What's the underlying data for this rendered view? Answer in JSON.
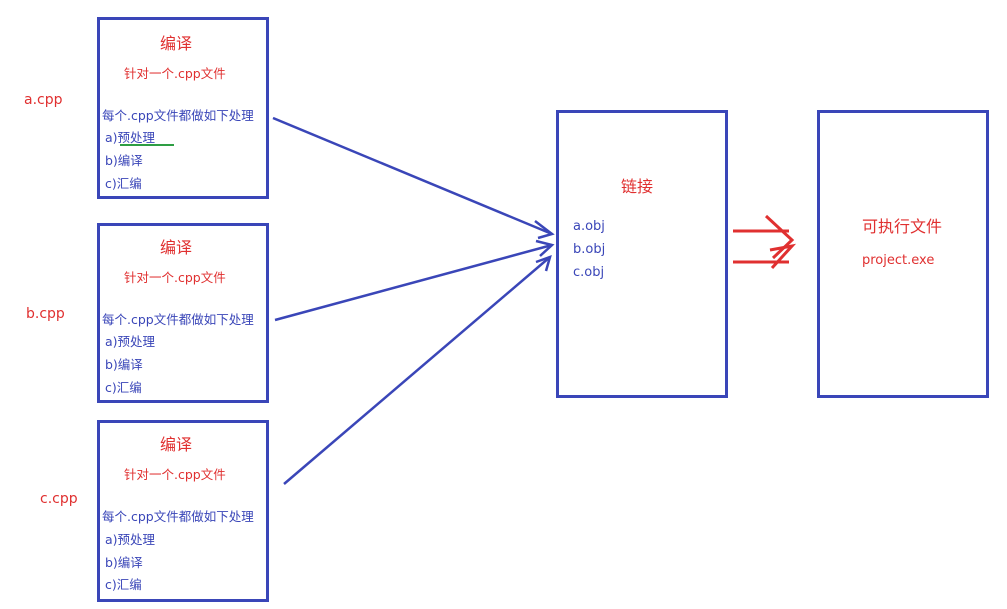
{
  "sources": [
    {
      "label": "a.cpp"
    },
    {
      "label": "b.cpp"
    },
    {
      "label": "c.cpp"
    }
  ],
  "compile_boxes": [
    {
      "title": "编译",
      "subtitle": "针对一个.cpp文件",
      "description": "每个.cpp文件都做如下处理",
      "steps": [
        "a)预处理",
        "b)编译",
        "c)汇编"
      ]
    },
    {
      "title": "编译",
      "subtitle": "针对一个.cpp文件",
      "description": "每个.cpp文件都做如下处理",
      "steps": [
        "a)预处理",
        "b)编译",
        "c)汇编"
      ]
    },
    {
      "title": "编译",
      "subtitle": "针对一个.cpp文件",
      "description": "每个.cpp文件都做如下处理",
      "steps": [
        "a)预处理",
        "b)编译",
        "c)汇编"
      ]
    }
  ],
  "link_box": {
    "title": "链接",
    "objects": [
      "a.obj",
      "b.obj",
      "c.obj"
    ]
  },
  "output_box": {
    "title": "可执行文件",
    "filename": "project.exe"
  },
  "colors": {
    "stroke": "#3a46b8",
    "label": "#e03030",
    "underline": "#2e9e44",
    "output_arrow": "#e03030"
  }
}
